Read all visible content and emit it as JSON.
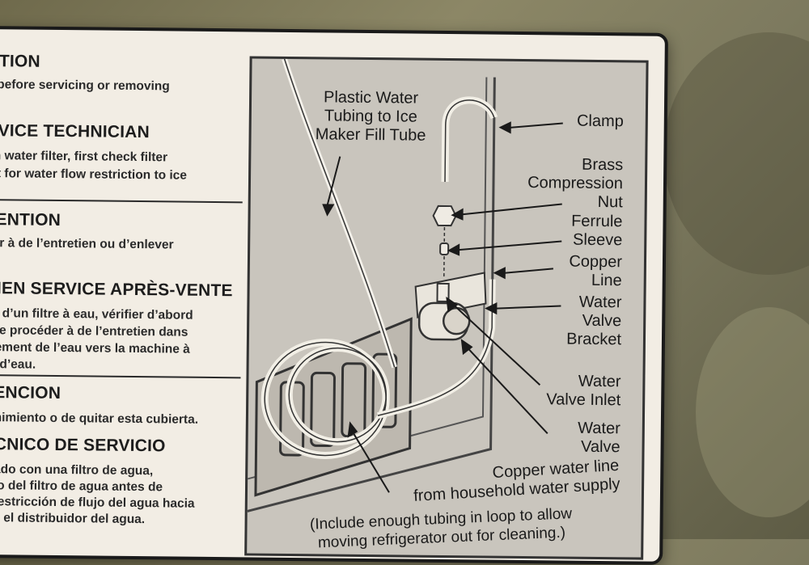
{
  "left_column": {
    "caution_heading": "UTION",
    "caution_line": "e before servicing or removing",
    "service_heading": "RVICE TECHNICIAN",
    "service_line1": "ith water filter, first check filter",
    "service_line2": "nit for water flow restriction to ice",
    "attention_heading": "TENTION",
    "attention_line": "der à de l’entretien ou d’enlever",
    "fr_service_heading": "CIEN SERVICE APRÈS-VENTE",
    "fr_line1": "pé d’un filtre à eau, vérifier d’abord",
    "fr_line2": "t de procéder à de l’entretien dans",
    "fr_line3": "ulement de l’eau vers la machine à",
    "fr_line4": "ur d’eau.",
    "es_heading": "TENCION",
    "es_line": "tenimiento o de quitar esta cubierta.",
    "es_service_heading": "ECNICO DE SERVICIO",
    "es_line1": "ipado con una filtro de agua,",
    "es_line2": "cho del filtro de agua antes de",
    "es_line3": "e restricción de flujo del agua hacia",
    "es_line4": "y/o el distribuidor del agua."
  },
  "diagram": {
    "plastic_tubing": [
      "Plastic Water",
      "Tubing to Ice",
      "Maker Fill Tube"
    ],
    "clamp": "Clamp",
    "brass_nut": [
      "Brass",
      "Compression",
      "Nut"
    ],
    "ferrule": [
      "Ferrule",
      "Sleeve"
    ],
    "copper_line": [
      "Copper",
      "Line"
    ],
    "valve_bracket": [
      "Water",
      "Valve",
      "Bracket"
    ],
    "valve_inlet": [
      "Water",
      "Valve Inlet"
    ],
    "water_valve": [
      "Water",
      "Valve"
    ],
    "household_supply": [
      "Copper water line",
      "from household water supply"
    ],
    "note": [
      "(Include enough tubing in loop to allow",
      "moving refrigerator out for cleaning.)"
    ]
  }
}
